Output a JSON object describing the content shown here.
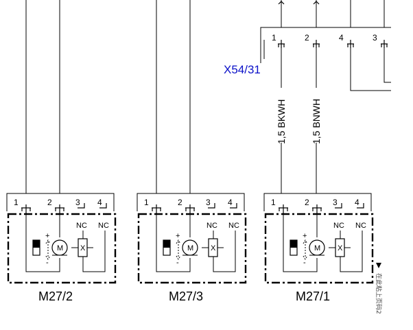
{
  "connector": {
    "label": "X54/31",
    "pins": [
      "1",
      "2",
      "4",
      "3"
    ]
  },
  "wires": [
    {
      "label": "1,5 BKWH"
    },
    {
      "label": "1,5 BNWH"
    }
  ],
  "motors": [
    {
      "name": "M27/2",
      "pins": [
        "1",
        "2",
        "3",
        "4"
      ],
      "nc": [
        "NC",
        "NC"
      ],
      "motor_symbol": "M",
      "switch_symbol": "X",
      "plus": "+",
      "minus": "-"
    },
    {
      "name": "M27/3",
      "pins": [
        "1",
        "2",
        "3",
        "4"
      ],
      "nc": [
        "NC",
        "NC"
      ],
      "motor_symbol": "M",
      "switch_symbol": "X",
      "plus": "+",
      "minus": "-"
    },
    {
      "name": "M27/1",
      "pins": [
        "1",
        "2",
        "3",
        "4"
      ],
      "nc": [
        "NC",
        "NC"
      ],
      "motor_symbol": "M",
      "switch_symbol": "X",
      "plus": "+",
      "minus": "-"
    }
  ],
  "side_note": "在此粘上页码2",
  "colors": {
    "connector_label": "#0a10c8",
    "lines": "#000000"
  }
}
